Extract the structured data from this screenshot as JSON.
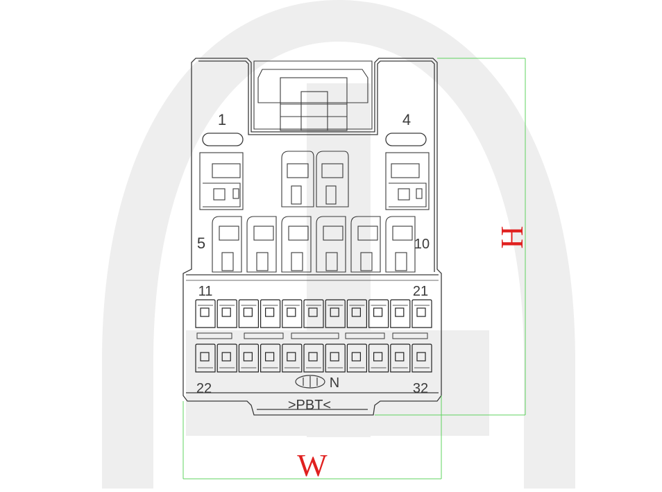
{
  "drawing": {
    "pin_labels": {
      "p1": "1",
      "p4": "4",
      "p5": "5",
      "p10": "10",
      "p11": "11",
      "p21": "21",
      "p22": "22",
      "p32": "32"
    },
    "ground_symbol_letter": "N",
    "material_mark": ">PBT<",
    "dimension_labels": {
      "width": "W",
      "height": "H"
    },
    "colors": {
      "outline": "#3a3a3a",
      "dimension_line": "#5fd35f",
      "dimension_text": "#e0201f",
      "watermark": "#eeeeee"
    }
  }
}
